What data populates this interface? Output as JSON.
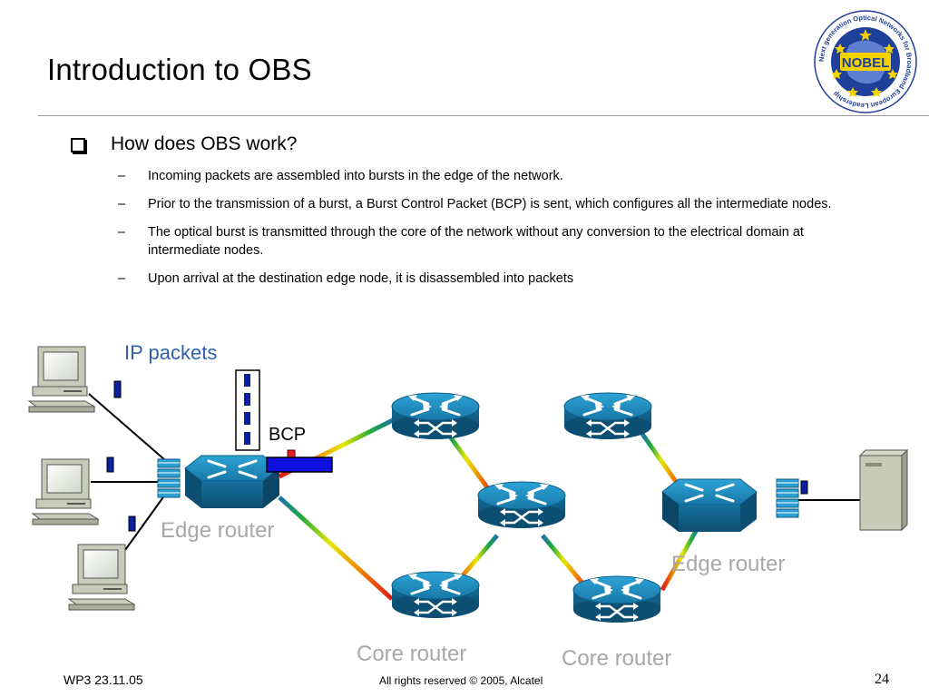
{
  "slide": {
    "title": "Introduction to OBS",
    "main_bullet": "How does OBS work?",
    "sub_bullets": [
      "Incoming packets are assembled into bursts in the edge of the network.",
      "Prior to the transmission of a burst, a Burst Control Packet (BCP) is sent, which configures all the intermediate nodes.",
      "The optical burst is transmitted through the core of the network without any conversion to the electrical domain at intermediate nodes.",
      "Upon arrival at the destination edge node, it is disassembled into packets"
    ],
    "dash": "–"
  },
  "diagram": {
    "ip_packets_label": "IP packets",
    "bcp_label": "BCP",
    "edge_router_left": "Edge router",
    "edge_router_right": "Edge router",
    "core_router_left": "Core router",
    "core_router_right": "Core router"
  },
  "logo": {
    "center_text": "NOBEL",
    "ring_text": "Next generation Optical Networks for Broadband European Leadership"
  },
  "footer": {
    "left": "WP3 23.11.05",
    "center": "All rights reserved © 2005, Alcatel",
    "page_number": "24"
  },
  "colors": {
    "router_blue": "#1a86b8",
    "router_dark": "#0e5a80",
    "label_blue": "#2e5fb0",
    "label_gray": "#a8a8a8",
    "bcp_fill": "#1010e0",
    "packet_fill": "#0a20a0"
  }
}
